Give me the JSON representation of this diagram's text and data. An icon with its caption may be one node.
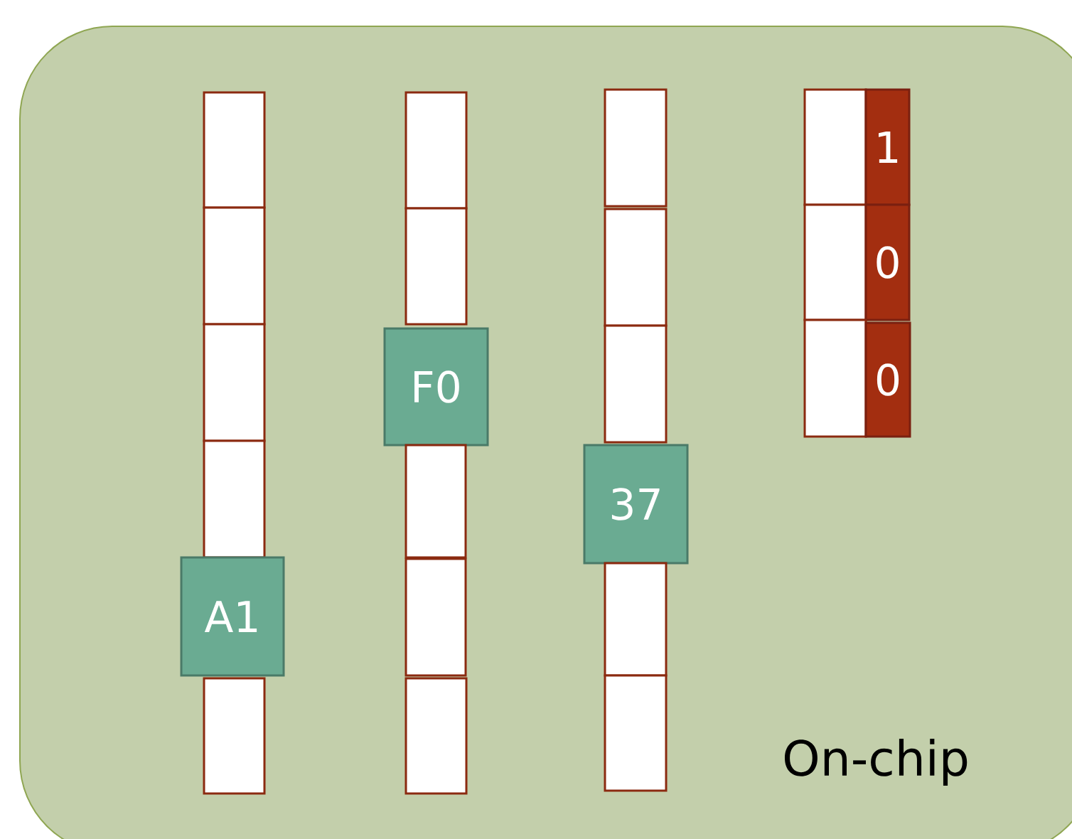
{
  "diagram": {
    "nodes": [
      {
        "text": [
          "On-chip"
        ]
      },
      {
        "text": [],
        "shape": "box",
        "in": 0
      },
      {
        "text": [],
        "shape": "box",
        "in": 0
      },
      {
        "text": [],
        "shape": "box",
        "in": 0
      },
      {
        "text": [],
        "shape": "box",
        "in": 0
      },
      {
        "text": [
          "A1"
        ],
        "in": 0
      },
      {
        "text": [],
        "shape": "box",
        "in": 0
      },
      {
        "text": [],
        "shape": "box",
        "in": 0
      },
      {
        "text": [],
        "shape": "box",
        "in": 0
      },
      {
        "text": [
          "F0"
        ],
        "in": 0
      },
      {
        "text": [],
        "shape": "box",
        "in": 0
      },
      {
        "text": [],
        "shape": "box",
        "in": 0
      },
      {
        "text": [],
        "shape": "box",
        "in": 0
      },
      {
        "text": [],
        "shape": "box",
        "in": 0
      },
      {
        "text": [],
        "shape": "box",
        "in": 0
      },
      {
        "text": [],
        "shape": "box",
        "in": 0
      },
      {
        "text": [
          "37"
        ],
        "in": 0
      },
      {
        "text": [],
        "shape": "box",
        "in": 0
      },
      {
        "text": [],
        "shape": "box",
        "in": 0
      },
      {
        "text": [],
        "shape": "box",
        "in": 0
      },
      {
        "text": [
          "1"
        ],
        "in": 0
      },
      {
        "text": [],
        "shape": "box",
        "in": 0
      },
      {
        "text": [
          "0"
        ],
        "in": 0
      },
      {
        "text": [],
        "shape": "box",
        "in": 0
      },
      {
        "text": [
          "0"
        ],
        "in": 0
      }
    ]
  }
}
